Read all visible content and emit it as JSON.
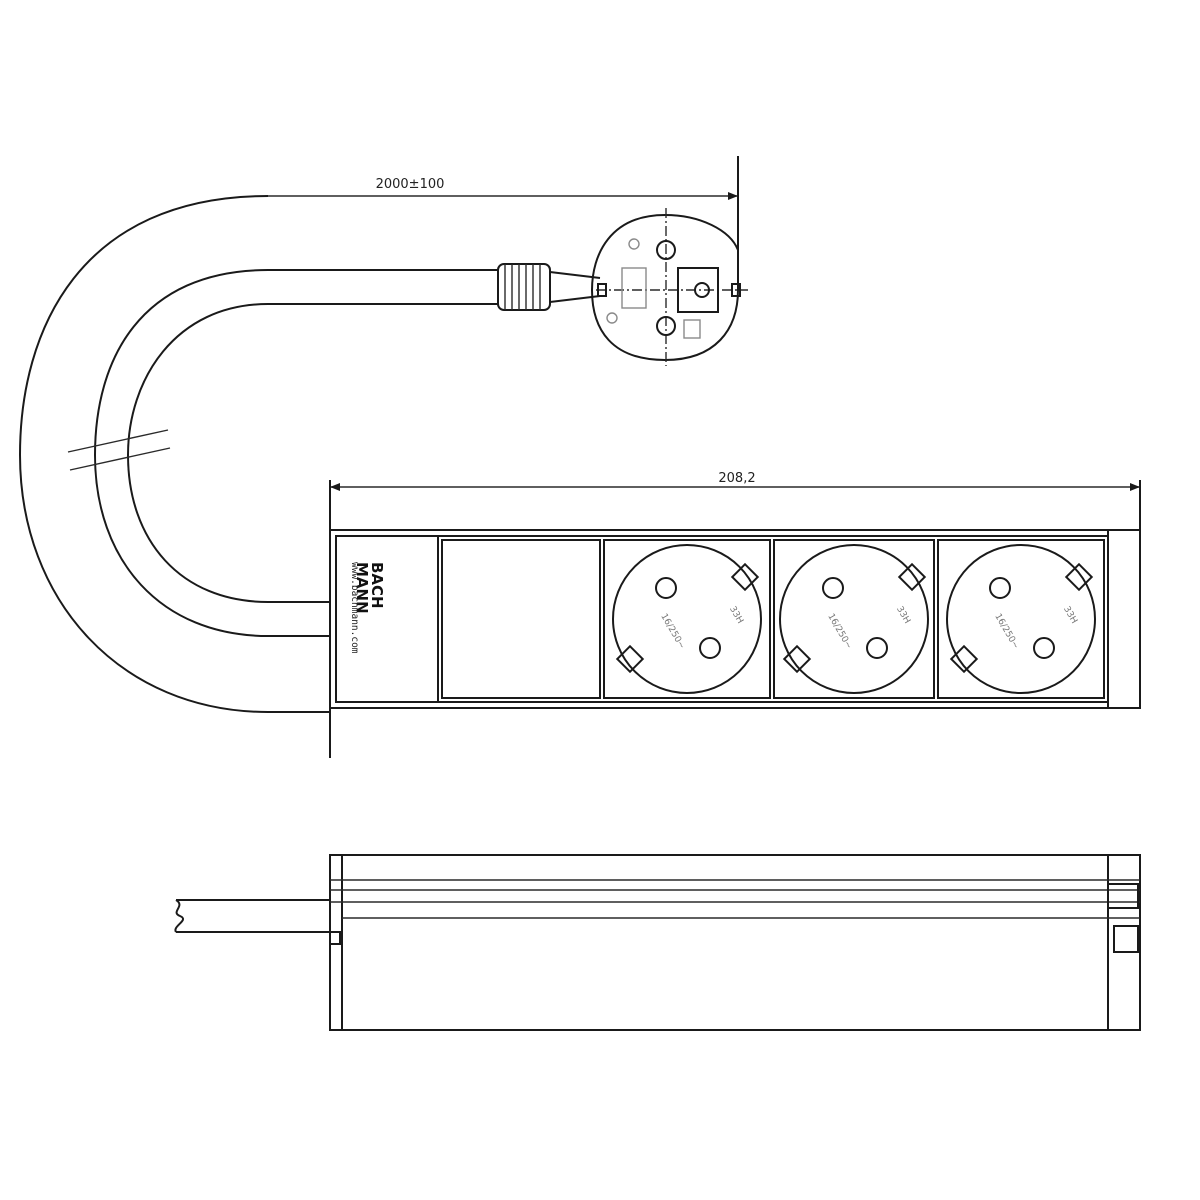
{
  "dimensions": {
    "cable_length": "2000±100",
    "strip_length": "208,2"
  },
  "brand": {
    "line1": "BACH",
    "line2": "MANN",
    "url": "www.bachmann.com"
  },
  "socket_labels": {
    "rating": "16/250~",
    "code": "33H"
  },
  "socket_count": 3,
  "colors": {
    "line": "#1a1a1a",
    "background": "#ffffff"
  }
}
